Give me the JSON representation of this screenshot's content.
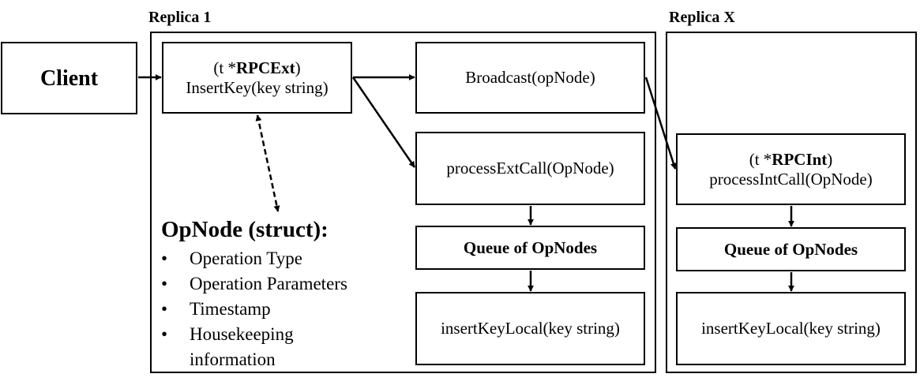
{
  "replica1": {
    "label": "Replica 1"
  },
  "replicaX": {
    "label": "Replica X"
  },
  "client": {
    "label": "Client"
  },
  "insertKey": {
    "line1_prefix": "(t *",
    "line1_bold": "RPCExt",
    "line1_suffix": ")",
    "line2": "InsertKey(key string)"
  },
  "broadcast": {
    "label": "Broadcast(opNode)"
  },
  "processExt": {
    "label": "processExtCall(OpNode)"
  },
  "queue1": {
    "label": "Queue of OpNodes"
  },
  "insertLocal1": {
    "label": "insertKeyLocal(key string)"
  },
  "processInt": {
    "line1_prefix": "(t *",
    "line1_bold": "RPCInt",
    "line1_suffix": ")",
    "line2": "processIntCall(OpNode)"
  },
  "queueX": {
    "label": "Queue of OpNodes"
  },
  "insertLocalX": {
    "label": "insertKeyLocal(key string)"
  },
  "opnode": {
    "title": "OpNode (struct):",
    "items": [
      "Operation Type",
      "Operation Parameters",
      "Timestamp",
      "Housekeeping information"
    ]
  }
}
